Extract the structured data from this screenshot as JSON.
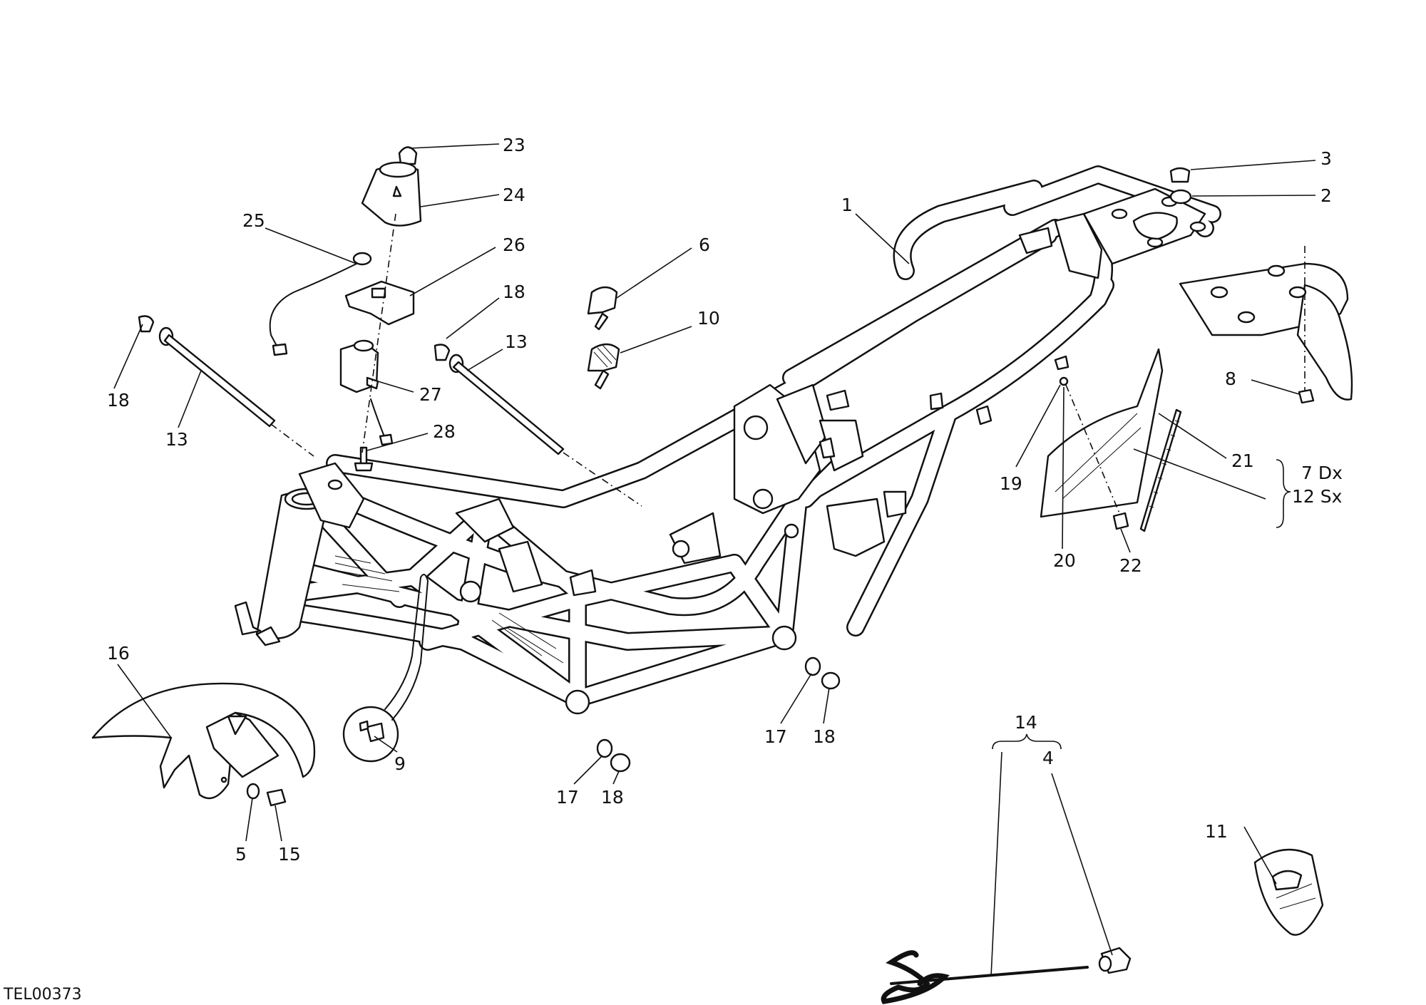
{
  "figure_code": "TEL00373",
  "callouts": {
    "c1": "1",
    "c2": "2",
    "c3": "3",
    "c4": "4",
    "c5": "5",
    "c6": "6",
    "c8": "8",
    "c9": "9",
    "c10": "10",
    "c11": "11",
    "c13a": "13",
    "c13b": "13",
    "c14": "14",
    "c15": "15",
    "c16": "16",
    "c17a": "17",
    "c17b": "17",
    "c18a": "18",
    "c18b": "18",
    "c18c": "18",
    "c18d": "18",
    "c19": "19",
    "c20": "20",
    "c21": "21",
    "c22": "22",
    "c23": "23",
    "c24": "24",
    "c25": "25",
    "c26": "26",
    "c27": "27",
    "c28": "28"
  },
  "side_cover_variants": {
    "right": "7 Dx",
    "left": "12 Sx"
  }
}
